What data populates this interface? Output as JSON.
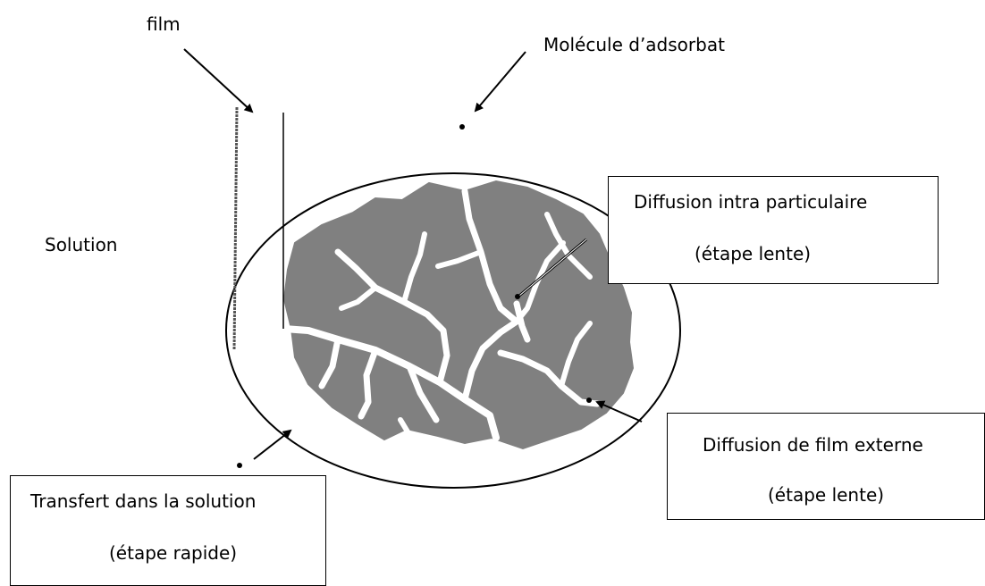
{
  "labels": {
    "film": "film",
    "adsorbate": "Molécule d’adsorbat",
    "solution": "Solution"
  },
  "boxes": {
    "intra": {
      "line1": "Diffusion intra particulaire",
      "line2": "(étape lente)"
    },
    "external": {
      "line1": "Diffusion de film externe",
      "line2": "(étape lente)"
    },
    "transfer": {
      "line1": "Transfert dans la solution",
      "line2": "(étape rapide)"
    }
  },
  "colors": {
    "particle": "#808080",
    "pores": "#ffffff",
    "lines": "#000000",
    "film_lines": "#555555"
  }
}
